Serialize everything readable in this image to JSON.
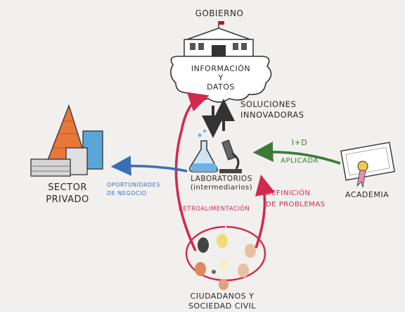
{
  "nodes": {
    "government": {
      "title": "GOBIERNO",
      "cloud_line1": "INFORMACIÓN",
      "cloud_line2": "Y",
      "cloud_line3": "DATOS"
    },
    "labs": {
      "line1": "LABORATORIOS",
      "line2": "(intermediarios)"
    },
    "private": {
      "line1": "SECTOR",
      "line2": "PRIVADO"
    },
    "academia": {
      "label": "ACADEMIA"
    },
    "citizens": {
      "line1": "CIUDADANOS Y",
      "line2": "SOCIEDAD CIVIL"
    }
  },
  "edges": {
    "solutions": {
      "line1": "SOLUCIONES",
      "line2": "INNOVADORAS"
    },
    "rd": {
      "line1": "I+D",
      "line2": "APLICADA"
    },
    "opportunities": {
      "line1": "OPORTUNIDADES",
      "line2": "DE NEGOCIO"
    },
    "feedback": {
      "label": "RETROALIMENTACIÓN"
    },
    "problems": {
      "line1": "DEFINICIÓN",
      "line2": "DE PROBLEMAS"
    }
  },
  "colors": {
    "dark": "#2a2a2a",
    "blue": "#3a6fb6",
    "red": "#d22a4c",
    "green": "#3f7a35",
    "cloud": "#ffffff",
    "flag": "#c8102e"
  }
}
